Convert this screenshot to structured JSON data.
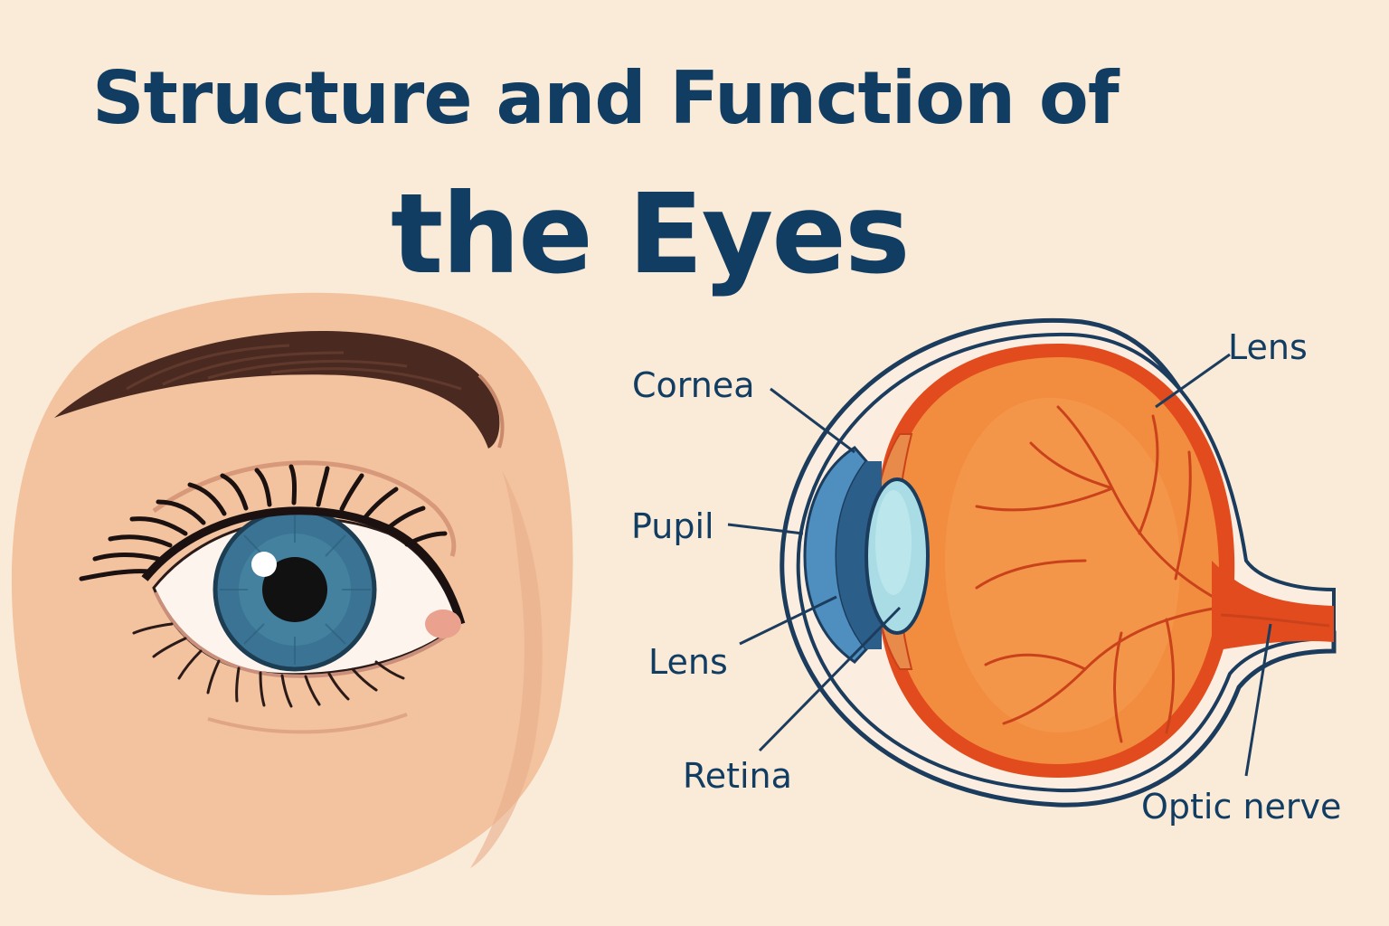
{
  "title": {
    "line1": "Structure and Function of",
    "line2": "the Eyes"
  },
  "labels": {
    "cornea": "Cornea",
    "pupil": "Pupil",
    "lens_left": "Lens",
    "retina": "Retina",
    "lens_right": "Lens",
    "optic_nerve": "Optic nerve"
  },
  "colors": {
    "background": "#faebd8",
    "title": "#123d63",
    "outline": "#1c3c5e",
    "skin": "#f3c29f",
    "eyebrow": "#4a2a20",
    "iris": "#3a7394",
    "cornea": "#4e8fc0",
    "lens": "#a9dce5",
    "eyeball_orange": "#f08a3c",
    "retina_red": "#e04a1c"
  }
}
